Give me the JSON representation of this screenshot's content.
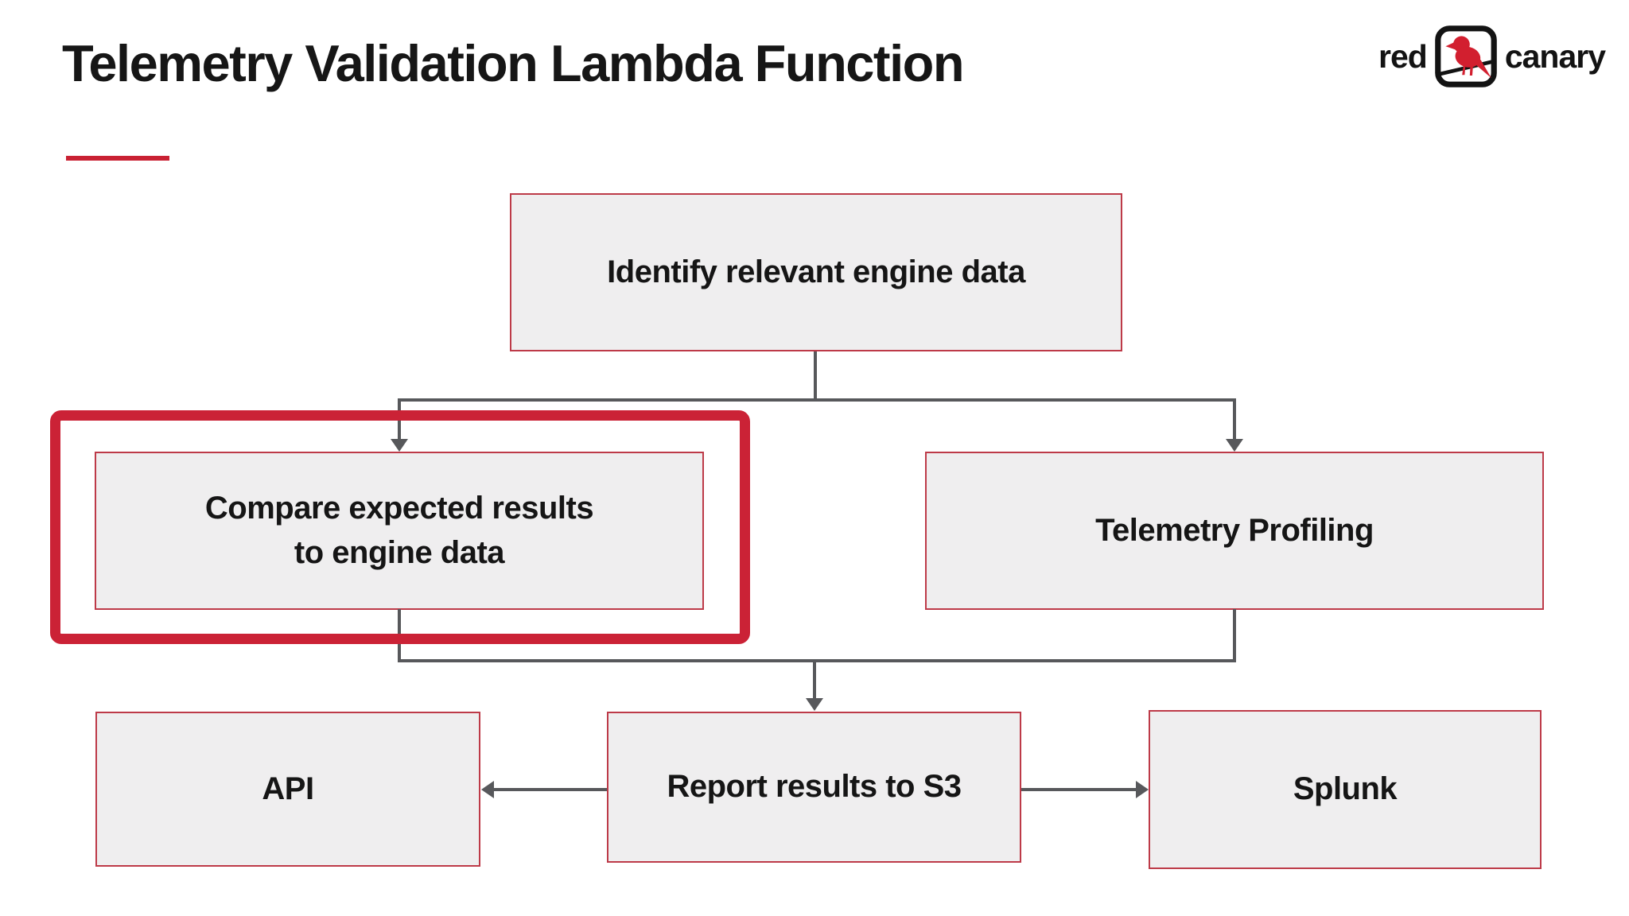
{
  "header": {
    "title": "Telemetry Validation Lambda Function"
  },
  "logo": {
    "word_left": "red",
    "word_right": "canary",
    "icon": "canary-bird-icon",
    "bird_color": "#d21f2f",
    "outline_color": "#131313"
  },
  "colors": {
    "accent_red": "#c92133",
    "highlight_red": "#cb2236",
    "node_border_red": "#bd3a48",
    "node_fill_gray": "#efeeef",
    "connector_gray": "#57585b",
    "text_black": "#151515",
    "background": "#ffffff"
  },
  "flowchart": {
    "nodes": [
      {
        "id": "identify",
        "label": "Identify relevant engine data",
        "highlighted": false
      },
      {
        "id": "compare",
        "label": "Compare expected results\nto engine data",
        "highlighted": true
      },
      {
        "id": "profiling",
        "label": "Telemetry Profiling",
        "highlighted": false
      },
      {
        "id": "api",
        "label": "API",
        "highlighted": false
      },
      {
        "id": "report",
        "label": "Report results to S3",
        "highlighted": false
      },
      {
        "id": "splunk",
        "label": "Splunk",
        "highlighted": false
      }
    ],
    "edges": [
      {
        "from": "identify",
        "to": "compare"
      },
      {
        "from": "identify",
        "to": "profiling"
      },
      {
        "from": "compare",
        "to": "report"
      },
      {
        "from": "profiling",
        "to": "report"
      },
      {
        "from": "report",
        "to": "api"
      },
      {
        "from": "report",
        "to": "splunk"
      }
    ]
  }
}
